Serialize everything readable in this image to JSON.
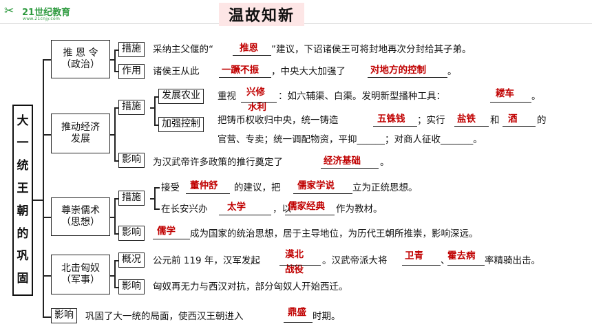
{
  "logo": {
    "mark": "✂",
    "text": "21世纪教育",
    "sub": "www.21cnjy.com"
  },
  "title": "温故知新",
  "main_topic": [
    "大",
    "一",
    "统",
    "王",
    "朝",
    "的",
    "巩",
    "固"
  ],
  "sections": {
    "s1": {
      "name": "推 恩 令",
      "sub": "（政治）"
    },
    "s2": {
      "name": "推动经济",
      "sub": "发展"
    },
    "s3": {
      "name": "尊崇儒术",
      "sub": "（思想）"
    },
    "s4": {
      "name": "北击匈奴",
      "sub": "（军事）"
    }
  },
  "tags": {
    "s1_measure": "措施",
    "s1_effect": "作用",
    "s2_measure": "措施",
    "s2_influence": "影响",
    "s2_agri": "发展农业",
    "s2_control": "加强控制",
    "s3_measure": "措施",
    "s3_influence": "影响",
    "s4_overview": "概况",
    "s4_influence": "影响",
    "final_influence": "影响"
  },
  "text": {
    "r1a": "采纳主父偃的“",
    "r1b": "”建议，下诏诸侯王可将封地再次分封给其子弟。",
    "r2a": "诸侯王从此",
    "r2b": "，中央大大加强了",
    "r2c": "。",
    "r3a": "重视",
    "r3b": "：如六辅渠、白渠。发明新型播种工具：",
    "r3c": "。",
    "r4a": "把铸币权收归中央，统一铸造",
    "r4b": "；实行",
    "r4c": "和",
    "r4d": "的",
    "r5": "官营、专卖；统一调配物资，平抑______；对商人征收_______。",
    "r6a": "为汉武帝许多政策的推行奠定了",
    "r6b": "。",
    "r7a": "接受",
    "r7b": "的建议，把",
    "r7c": "立为正统思想。",
    "r8a": "在长安兴办",
    "r8b": "，以",
    "r8c": "作为教材。",
    "r9": "成为国家的统治思想，居于主导地位，为历代王朝所推崇，影响深远。",
    "r10a": "公元前 119 年，汉军发起",
    "r10b": "。汉武帝派大将",
    "r10c": "、",
    "r10d": "率精骑出击。",
    "r11": "匈奴再无力与西汉对抗，部分匈奴人开始西迁。",
    "r12a": "巩固了大一统的局面，使西汉王朝进入",
    "r12b": "时期。"
  },
  "answers": {
    "tuien": "推恩",
    "yijue": "一蹶不振",
    "control": "对地方的控制",
    "xingxiu": "兴修",
    "shuili": "水利",
    "louche": "耧车",
    "wuzhu": "五铢钱",
    "yantie": "盐铁",
    "jiu": "酒",
    "jichu": "经济基础",
    "dong": "董仲舒",
    "rujia": "儒家学说",
    "taixue": "太学",
    "jingdian": "儒家经典",
    "ruxue": "儒学",
    "mobei": "漠北",
    "zhanyi": "战役",
    "weiqing": "卫青",
    "huo": "霍去病",
    "dingsheng": "鼎盛"
  },
  "colors": {
    "answer": "#c00000",
    "title_bg": "#fde6e6",
    "logo": "#2e9a3f"
  }
}
